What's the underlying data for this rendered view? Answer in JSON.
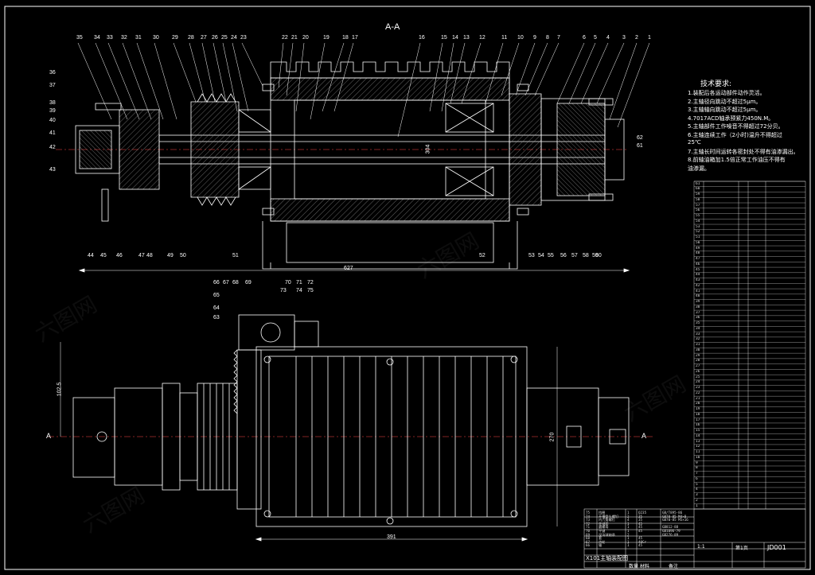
{
  "section_label": "A-A",
  "section_marks": {
    "left": "A",
    "right": "A"
  },
  "top_callouts": [
    "35",
    "34",
    "33",
    "32",
    "31",
    "30",
    "29",
    "28",
    "27",
    "26",
    "25",
    "24",
    "23",
    "22",
    "21",
    "20",
    "19",
    "18",
    "17",
    "16",
    "15",
    "14",
    "13",
    "12",
    "11",
    "10",
    "9",
    "8",
    "7",
    "6",
    "5",
    "4",
    "3",
    "2",
    "1"
  ],
  "left_callouts": [
    "36",
    "37",
    "38",
    "39",
    "40",
    "41",
    "42",
    "43"
  ],
  "right_callouts": [
    "62",
    "61"
  ],
  "bottom_callouts": [
    "44",
    "45",
    "46",
    "47",
    "48",
    "49",
    "50",
    "51",
    "52",
    "53",
    "54",
    "55",
    "56",
    "57",
    "58",
    "59",
    "60"
  ],
  "lower_callouts_left": [
    "66",
    "67",
    "68",
    "69",
    "70",
    "71",
    "72",
    "73",
    "74",
    "75",
    "65",
    "64",
    "63"
  ],
  "dimensions": {
    "overall_top": "627",
    "overall_bottom": "391",
    "height_left": "102.5",
    "height_right": "270",
    "shaft": "304"
  },
  "tech_requirements": {
    "title": "技术要求:",
    "items": [
      "1.装配后各运动部件动作灵活。",
      "2.主轴径向跳动不超过5μm。",
      "3.主轴轴向跳动不超过5μm。",
      "4.7017ACD轴承预紧力450N.M。",
      "5.主轴部件工作噪音不得超过72分贝。",
      "6.主轴连续工作（2小时)温升不得超过",
      "25℃",
      "7.主轴长时间运转各密封处不得有油渗漏出。",
      "8.前轴油箱加1.5倍正常工作油压不得有",
      "油渗漏。"
    ]
  },
  "title_block": {
    "drawing_name": "X101主轴装配图",
    "drawing_no": "JD001",
    "scale": "1:1",
    "sheet": "第1页",
    "material_label": "材料",
    "qty_label": "数量",
    "remark_label": "备注"
  },
  "bom_rows": [
    [
      "75",
      "挡圈",
      "1",
      "Q235",
      "GB/T895-86"
    ],
    [
      "74",
      "开槽盘头螺钉",
      "2",
      "35",
      "GB70-85 M4×8"
    ],
    [
      "73",
      "内六角螺钉",
      "4",
      "35",
      "GB70-85 M5×16"
    ],
    [
      "72",
      "花键套",
      "1",
      "45",
      ""
    ],
    [
      "71",
      "圆螺母",
      "1",
      "45",
      "GB812-88"
    ],
    [
      "70",
      "平键",
      "1",
      "45",
      "GB1096-79"
    ],
    [
      "69",
      "深沟球轴承",
      "2",
      "",
      "GB276-89"
    ],
    [
      "68",
      "套",
      "1",
      "45",
      ""
    ],
    [
      "67",
      "齿轮",
      "1",
      "40Cr",
      ""
    ],
    [
      "66",
      "轴",
      "1",
      "45",
      ""
    ]
  ],
  "bom_table_labels": [
    "61",
    "60",
    "59",
    "58",
    "57",
    "56",
    "55",
    "54",
    "53",
    "52",
    "51",
    "50",
    "49",
    "48",
    "47",
    "46",
    "45",
    "44",
    "43",
    "42",
    "41",
    "40",
    "39",
    "38",
    "37",
    "36",
    "35",
    "34",
    "33",
    "32",
    "31",
    "30",
    "29",
    "28",
    "27",
    "26",
    "25",
    "24",
    "23",
    "22",
    "21",
    "20",
    "19",
    "18",
    "17",
    "16",
    "15",
    "14",
    "13",
    "12",
    "11",
    "10",
    "9",
    "8",
    "7",
    "6",
    "5",
    "4",
    "3",
    "2",
    "1"
  ],
  "watermark": "六图网"
}
